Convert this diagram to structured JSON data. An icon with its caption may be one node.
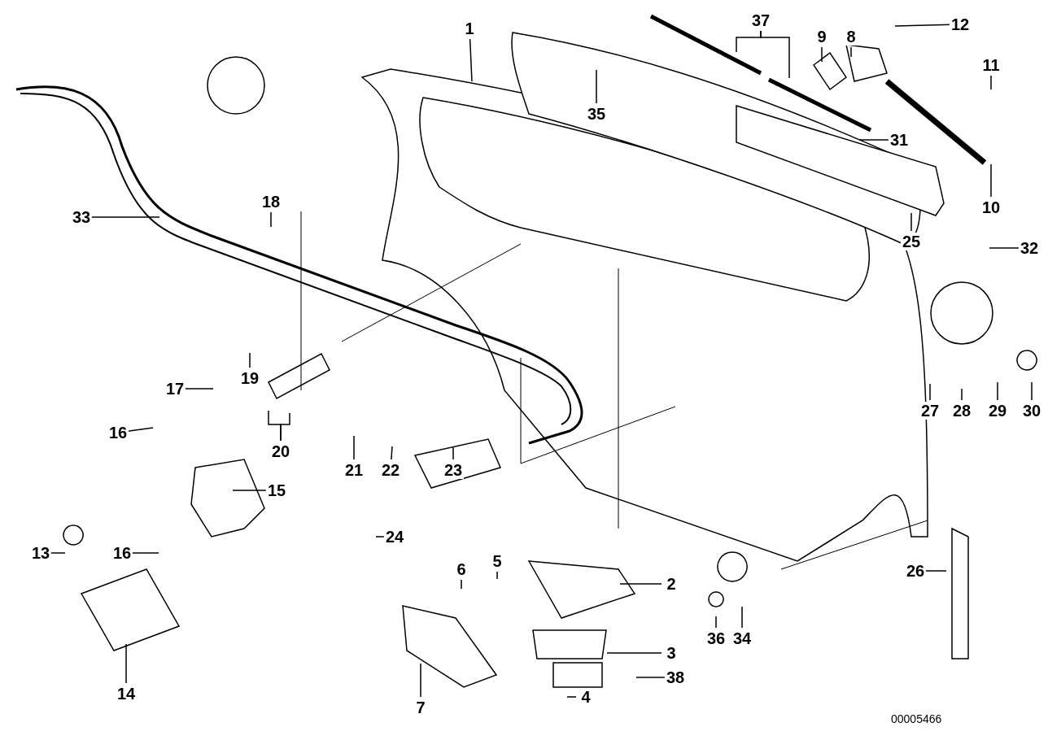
{
  "diagram": {
    "nodes": [
      {
        "text": [
          "1"
        ]
      },
      {
        "text": [
          "37"
        ]
      },
      {
        "text": [
          "9"
        ]
      },
      {
        "text": [
          "8"
        ]
      },
      {
        "text": [
          "12"
        ]
      },
      {
        "text": [
          "11"
        ]
      },
      {
        "text": [
          "35"
        ]
      },
      {
        "text": [
          "31"
        ]
      },
      {
        "text": [
          "10"
        ]
      },
      {
        "text": [
          "33"
        ]
      },
      {
        "text": [
          "25"
        ]
      },
      {
        "text": [
          "32"
        ]
      },
      {
        "text": [
          "18"
        ]
      },
      {
        "text": [
          "19"
        ]
      },
      {
        "text": [
          "17"
        ]
      },
      {
        "text": [
          "27"
        ]
      },
      {
        "text": [
          "28"
        ]
      },
      {
        "text": [
          "29"
        ]
      },
      {
        "text": [
          "30"
        ]
      },
      {
        "text": [
          "16"
        ]
      },
      {
        "text": [
          "20"
        ]
      },
      {
        "text": [
          "21"
        ]
      },
      {
        "text": [
          "22"
        ]
      },
      {
        "text": [
          "23"
        ]
      },
      {
        "text": [
          "15"
        ]
      },
      {
        "text": [
          "24"
        ]
      },
      {
        "text": [
          "5"
        ]
      },
      {
        "text": [
          "13"
        ]
      },
      {
        "text": [
          "16"
        ]
      },
      {
        "text": [
          "6"
        ]
      },
      {
        "text": [
          "26"
        ]
      },
      {
        "text": [
          "2"
        ]
      },
      {
        "text": [
          "36"
        ]
      },
      {
        "text": [
          "34"
        ]
      },
      {
        "text": [
          "3"
        ]
      },
      {
        "text": [
          "38"
        ]
      },
      {
        "text": [
          "14"
        ]
      },
      {
        "text": [
          "4"
        ]
      },
      {
        "text": [
          "7"
        ]
      }
    ],
    "edges": [
      {
        "from": 0,
        "to": null,
        "arrow": "none"
      },
      {
        "from": 1,
        "to": null,
        "arrow": "none"
      },
      {
        "from": 1,
        "to": null,
        "arrow": "none"
      },
      {
        "from": 2,
        "to": null,
        "arrow": "none"
      },
      {
        "from": 3,
        "to": null,
        "arrow": "none"
      },
      {
        "from": 4,
        "to": null,
        "arrow": "none"
      },
      {
        "from": 5,
        "to": null,
        "arrow": "none"
      },
      {
        "from": 6,
        "to": null,
        "arrow": "none"
      },
      {
        "from": 7,
        "to": null,
        "arrow": "none"
      },
      {
        "from": 8,
        "to": null,
        "arrow": "none"
      },
      {
        "from": 9,
        "to": null,
        "arrow": "none"
      },
      {
        "from": 10,
        "to": null,
        "arrow": "none"
      },
      {
        "from": 11,
        "to": null,
        "arrow": "none"
      },
      {
        "from": 12,
        "to": null,
        "arrow": "none"
      },
      {
        "from": 13,
        "to": null,
        "arrow": "none"
      },
      {
        "from": 14,
        "to": null,
        "arrow": "none"
      },
      {
        "from": 15,
        "to": null,
        "arrow": "none"
      },
      {
        "from": 16,
        "to": null,
        "arrow": "none"
      },
      {
        "from": 17,
        "to": null,
        "arrow": "none"
      },
      {
        "from": 18,
        "to": null,
        "arrow": "none"
      },
      {
        "from": 19,
        "to": null,
        "arrow": "none"
      },
      {
        "from": 20,
        "to": null,
        "arrow": "none"
      },
      {
        "from": 20,
        "to": null,
        "arrow": "none"
      },
      {
        "from": 21,
        "to": null,
        "arrow": "none"
      },
      {
        "from": 22,
        "to": null,
        "arrow": "none"
      },
      {
        "from": 23,
        "to": null,
        "arrow": "none"
      },
      {
        "from": 24,
        "to": null,
        "arrow": "none"
      },
      {
        "from": 25,
        "to": null,
        "arrow": "none"
      },
      {
        "from": 26,
        "to": null,
        "arrow": "none"
      },
      {
        "from": 27,
        "to": null,
        "arrow": "none"
      },
      {
        "from": 28,
        "to": null,
        "arrow": "none"
      },
      {
        "from": 29,
        "to": null,
        "arrow": "none"
      },
      {
        "from": 30,
        "to": null,
        "arrow": "none"
      },
      {
        "from": 31,
        "to": null,
        "arrow": "none"
      },
      {
        "from": 32,
        "to": null,
        "arrow": "none"
      },
      {
        "from": 33,
        "to": null,
        "arrow": "none"
      },
      {
        "from": 34,
        "to": null,
        "arrow": "none"
      },
      {
        "from": 35,
        "to": null,
        "arrow": "none"
      },
      {
        "from": 36,
        "to": null,
        "arrow": "none"
      },
      {
        "from": 37,
        "to": null,
        "arrow": "none"
      },
      {
        "from": 38,
        "to": null,
        "arrow": "none"
      }
    ],
    "labels": [
      "00005466"
    ]
  }
}
